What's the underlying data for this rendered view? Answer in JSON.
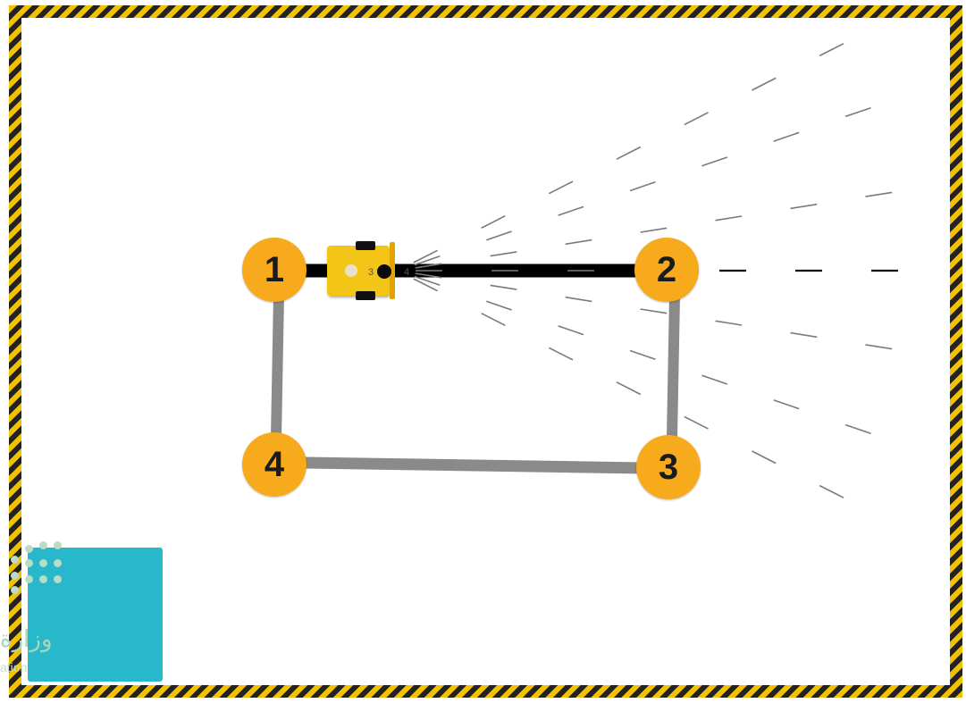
{
  "arena": {
    "border_colors": [
      "#f2c200",
      "#222222"
    ],
    "floor_color": "#ffffff"
  },
  "route": {
    "active_segment_color": "#000000",
    "path_color": "#8a8a8a",
    "waypoints": [
      {
        "label": "1",
        "color": "#f7aa1b"
      },
      {
        "label": "2",
        "color": "#f7aa1b"
      },
      {
        "label": "3",
        "color": "#f7aa1b"
      },
      {
        "label": "4",
        "color": "#f7aa1b"
      }
    ]
  },
  "robot": {
    "color": "#f3c517",
    "sensor_labels": [
      "3",
      "4"
    ]
  },
  "start_pad": {
    "color": "#27b8cc"
  },
  "watermark": {
    "text": "وزارة",
    "sub": "ation"
  }
}
